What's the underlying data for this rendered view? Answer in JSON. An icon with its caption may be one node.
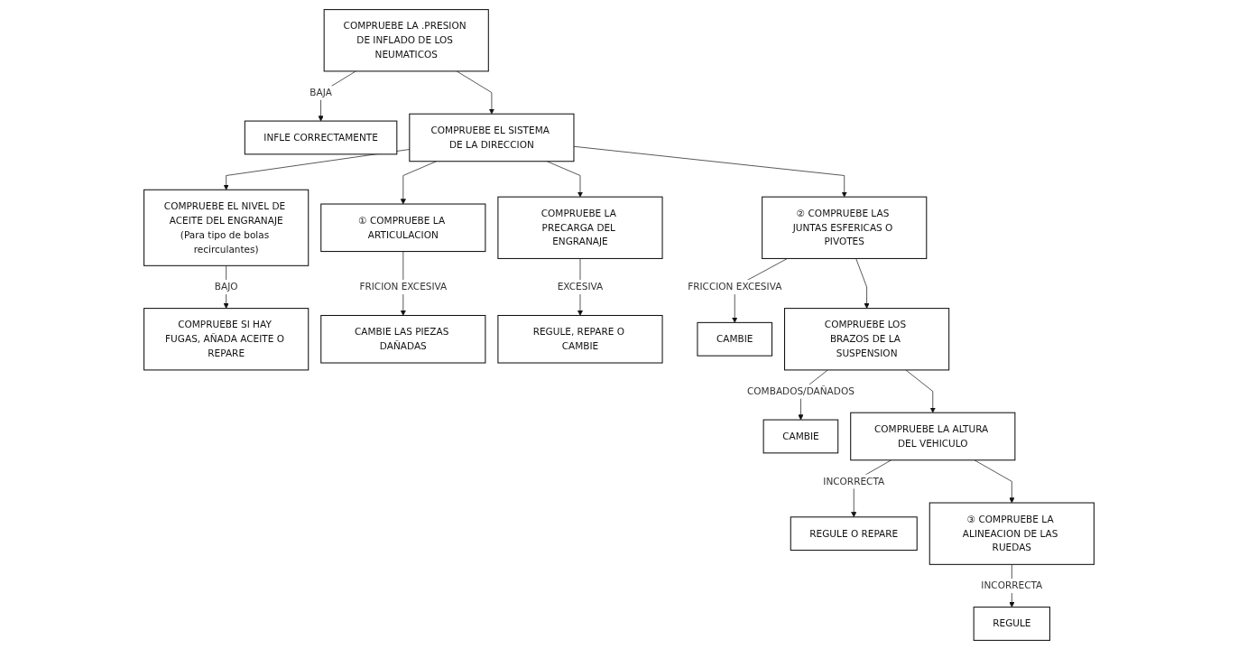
{
  "diagram": {
    "nodes": [
      {
        "text": [
          "COMPRUEBE LA .PRESION DE INFLADO DE LOS NEUMATICOS"
        ]
      },
      {
        "text": [
          "INFLE CORRECTAMENTE"
        ]
      },
      {
        "text": [
          "COMPRUEBE EL SISTEMA DE LA DIRECCION"
        ]
      },
      {
        "text": [
          "COMPRUEBE EL NIVEL DE ACEITE DEL ENGRANAJE",
          "(Para tipo de bolas recirculantes)"
        ]
      },
      {
        "text": [
          "COMPRUEBE SI HAY FUGAS, AÑADA ACEITE O REPARE"
        ]
      },
      {
        "text": [
          "① COMPRUEBE LA ARTICULACION"
        ]
      },
      {
        "text": [
          "CAMBIE LAS PIEZAS DAÑADAS"
        ]
      },
      {
        "text": [
          "COMPRUEBE LA PRECARGA DEL ENGRANAJE"
        ]
      },
      {
        "text": [
          "REGULE, REPARE O CAMBIE"
        ]
      },
      {
        "text": [
          "② COMPRUEBE LAS JUNTAS ESFERICAS O PIVOTES"
        ]
      },
      {
        "text": [
          "CAMBIE"
        ]
      },
      {
        "text": [
          "COMPRUEBE LOS BRAZOS DE LA SUSPENSION"
        ]
      },
      {
        "text": [
          "CAMBIE"
        ]
      },
      {
        "text": [
          "COMPRUEBE LA ALTURA DEL VEHICULO"
        ]
      },
      {
        "text": [
          "REGULE O REPARE"
        ]
      },
      {
        "text": [
          "③ COMPRUEBE LA ALINEACION DE LAS RUEDAS"
        ]
      },
      {
        "text": [
          "REGULE"
        ]
      }
    ],
    "edges": [
      {
        "from": 0,
        "to": 1,
        "arrow": "to",
        "label": "BAJA"
      },
      {
        "from": 0,
        "to": 2,
        "arrow": "to"
      },
      {
        "from": 2,
        "to": 3,
        "arrow": "to"
      },
      {
        "from": 3,
        "to": 4,
        "arrow": "to",
        "label": "BAJO"
      },
      {
        "from": 2,
        "to": 5,
        "arrow": "to"
      },
      {
        "from": 5,
        "to": 6,
        "arrow": "to",
        "label": "FRICION EXCESIVA"
      },
      {
        "from": 2,
        "to": 7,
        "arrow": "to"
      },
      {
        "from": 7,
        "to": 8,
        "arrow": "to",
        "label": "EXCESIVA"
      },
      {
        "from": 2,
        "to": 9,
        "arrow": "to"
      },
      {
        "from": 9,
        "to": 10,
        "arrow": "to",
        "label": "FRICCION EXCESIVA"
      },
      {
        "from": 9,
        "to": 11,
        "arrow": "to"
      },
      {
        "from": 11,
        "to": 12,
        "arrow": "to",
        "label": "COMBADOS/DAÑADOS"
      },
      {
        "from": 11,
        "to": 13,
        "arrow": "to"
      },
      {
        "from": 13,
        "to": 14,
        "arrow": "to",
        "label": "INCORRECTA"
      },
      {
        "from": 13,
        "to": 15,
        "arrow": "to"
      },
      {
        "from": 15,
        "to": 16,
        "arrow": "to",
        "label": "INCORRECTA"
      }
    ]
  }
}
